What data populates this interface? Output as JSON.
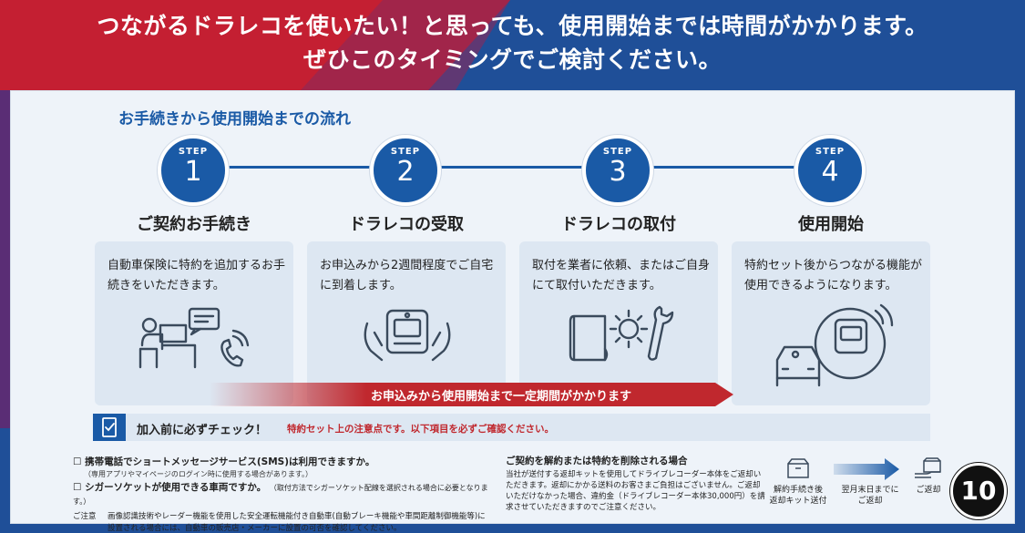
{
  "headline": {
    "line1": "つながるドラレコを使いたい！と思っても、使用開始までは時間がかかります。",
    "line2": "ぜひこのタイミングでご検討ください。"
  },
  "flow": {
    "title": "お手続きから使用開始までの流れ",
    "step_label": "STEP",
    "steps": [
      {
        "num": "1",
        "heading": "ご契約お手続き",
        "text": "自動車保険に特約を追加するお手続きをいただきます。",
        "icon": "customer-support-icon"
      },
      {
        "num": "2",
        "heading": "ドラレコの受取",
        "text": "お申込みから2週間程度でご自宅に到着します。",
        "icon": "device-in-hands-icon"
      },
      {
        "num": "3",
        "heading": "ドラレコの取付",
        "text": "取付を業者に依頼、またはご自身にて取付いただきます。",
        "icon": "installation-tools-icon"
      },
      {
        "num": "4",
        "heading": "使用開始",
        "text": "特約セット後からつながる機能が使用できるようになります。",
        "icon": "connected-car-icon"
      }
    ],
    "period_arrow": "お申込みから使用開始まで一定期間がかかります"
  },
  "check": {
    "title": "加入前に必ずチェック！",
    "subtitle": "特約セット上の注意点です。以下項目を必ずご確認ください。",
    "icon": "checklist-icon"
  },
  "notes": {
    "q1": "携帯電話でショートメッセージサービス(SMS)は利用できますか。",
    "q1_sub": "（専用アプリやマイページのログイン時に使用する場合があります。）",
    "q2": "シガーソケットが使用できる車両ですか。",
    "q2_sub": "（取付方法でシガーソケット配線を選択される場合に必要となります。）",
    "caution_label": "ご注意",
    "caution": "画像認識技術やレーダー機能を使用した安全運転機能付き自動車(自動ブレーキ機能や車間距離制御機能等)に設置される場合には、自動車の販売店・メーカーに設置の可否を確認してください。"
  },
  "cancel": {
    "title": "ご契約を解約または特約を削除される場合",
    "text": "当社が送付する返却キットを使用してドライブレコーダー本体をご返却いただきます。返却にかかる送料のお客さまご負担はございません。ご返却いただけなかった場合、違約金（ドライブレコーダー本体30,000円）を請求させていただきますのでご注意ください。"
  },
  "return_flow": {
    "a": "解約手続き後\n返却キット送付",
    "b": "翌月末日までに\nご返却",
    "c": "ご返却"
  },
  "page_number": "10",
  "colors": {
    "brand_blue": "#1a5aa6",
    "accent_red": "#c0282e",
    "bg_navy": "#1f4f98"
  }
}
